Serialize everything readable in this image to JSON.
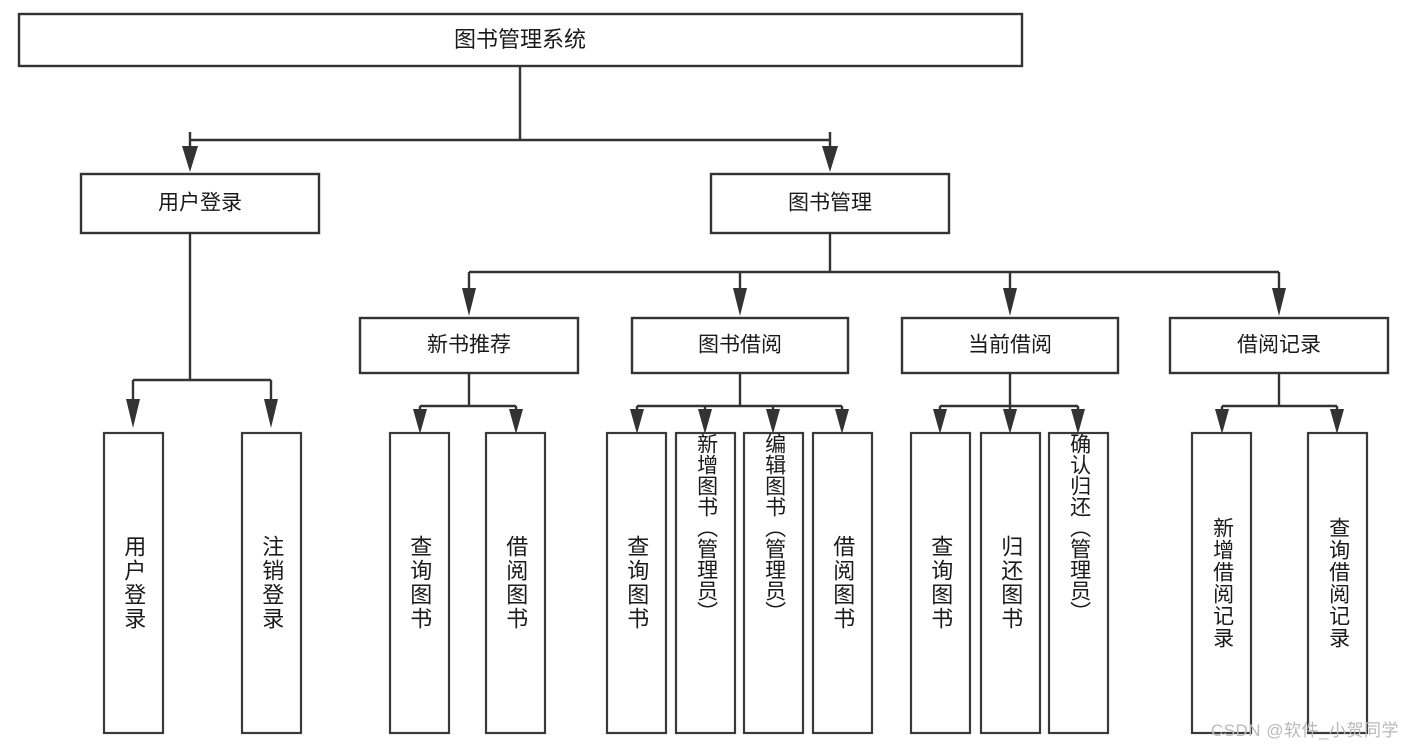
{
  "diagram": {
    "type": "tree-hierarchy",
    "title": "图书管理系统",
    "orientation": "top-down",
    "colors": {
      "box_stroke": "#333333",
      "box_fill": "#ffffff",
      "connector": "#333333",
      "text": "#1a1a1a",
      "watermark": "#b9b9b9",
      "background": "#ffffff"
    },
    "root": {
      "label": "图书管理系统"
    },
    "level1": [
      {
        "label": "用户登录"
      },
      {
        "label": "图书管理"
      }
    ],
    "level2": [
      {
        "label": "新书推荐"
      },
      {
        "label": "图书借阅"
      },
      {
        "label": "当前借阅"
      },
      {
        "label": "借阅记录"
      }
    ],
    "leaves": {
      "user_login": [
        {
          "label": "用户登录"
        },
        {
          "label": "注销登录"
        }
      ],
      "new_book_recommend": [
        {
          "label": "查询图书"
        },
        {
          "label": "借阅图书"
        }
      ],
      "book_borrow": [
        {
          "label": "查询图书"
        },
        {
          "label": "新增图书（管理员）"
        },
        {
          "label": "编辑图书（管理员）"
        },
        {
          "label": "借阅图书"
        }
      ],
      "current_borrow": [
        {
          "label": "查询图书"
        },
        {
          "label": "归还图书"
        },
        {
          "label": "确认归还（管理员）"
        }
      ],
      "borrow_record": [
        {
          "label": "新增借阅记录"
        },
        {
          "label": "查询借阅记录"
        }
      ]
    }
  },
  "watermark": {
    "text": "CSDN @软件_小贺同学"
  }
}
